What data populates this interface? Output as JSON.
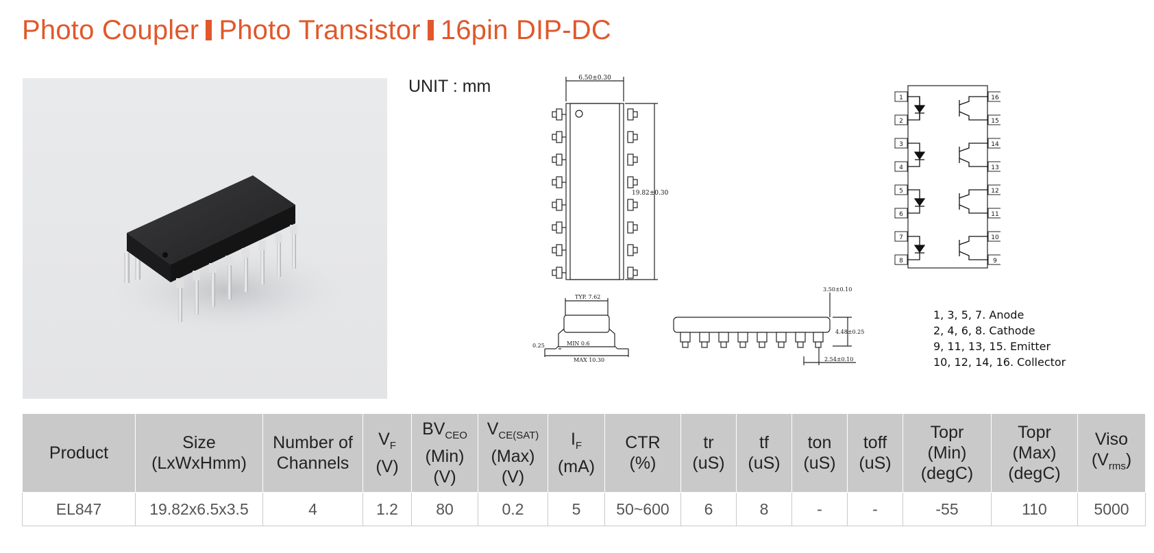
{
  "title": {
    "part1": "Photo Coupler",
    "part2": "Photo Transistor",
    "part3": "16pin DIP-DC"
  },
  "unit_label": "UNIT : mm",
  "dimensions": {
    "width": "6.50±0.30",
    "length": "19.82±0.30",
    "typ": "TYP. 7.62",
    "min": "MIN 0.6",
    "max": "MAX 10.30",
    "lead": "0.25",
    "height_top": "3.50±0.10",
    "height": "4.48±0.25",
    "pitch": "2.54±0.10"
  },
  "pins": {
    "left": [
      "1",
      "2",
      "3",
      "4",
      "5",
      "6",
      "7",
      "8"
    ],
    "right": [
      "16",
      "15",
      "14",
      "13",
      "12",
      "11",
      "10",
      "9"
    ]
  },
  "pin_legend": [
    "1, 3, 5, 7. Anode",
    "2, 4, 6, 8. Cathode",
    "9, 11, 13, 15. Emitter",
    "10, 12, 14, 16. Collector"
  ],
  "table": {
    "headers": {
      "product": "Product",
      "size_1": "Size",
      "size_2": "(LxWxHmm)",
      "channels_1": "Number of",
      "channels_2": "Channels",
      "vf_main": "V",
      "vf_sub": "F",
      "vf_unit": "(V)",
      "bv_main": "BV",
      "bv_sub": "CEO",
      "bv_2": "(Min)",
      "bv_unit": "(V)",
      "vce_main": "V",
      "vce_sub": "CE(SAT)",
      "vce_2": "(Max)",
      "vce_unit": "(V)",
      "if_main": "I",
      "if_sub": "F",
      "if_unit": "(mA)",
      "ctr": "CTR",
      "ctr_unit": "(%)",
      "tr": "tr",
      "tr_unit": "(uS)",
      "tf": "tf",
      "tf_unit": "(uS)",
      "ton": "ton",
      "ton_unit": "(uS)",
      "toff": "toff",
      "toff_unit": "(uS)",
      "topr_min_1": "Topr",
      "topr_min_2": "(Min)",
      "topr_min_3": "(degC)",
      "topr_max_1": "Topr",
      "topr_max_2": "(Max)",
      "topr_max_3": "(degC)",
      "viso": "Viso",
      "viso_unit_open": "(V",
      "viso_unit_sub": "rms",
      "viso_unit_close": ")"
    },
    "row": {
      "product": "EL847",
      "size": "19.82x6.5x3.5",
      "channels": "4",
      "vf": "1.2",
      "bvceo": "80",
      "vcesat": "0.2",
      "if": "5",
      "ctr": "50~600",
      "tr": "6",
      "tf": "8",
      "ton": "-",
      "toff": "-",
      "topr_min": "-55",
      "topr_max": "110",
      "viso": "5000"
    }
  }
}
